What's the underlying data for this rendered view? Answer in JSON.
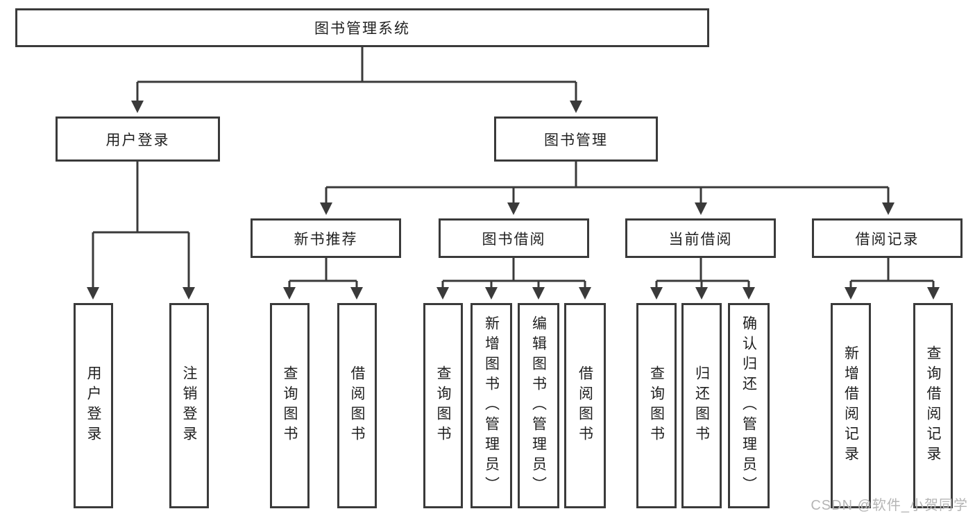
{
  "diagram": {
    "title": "图书管理系统",
    "type": "hierarchy-tree",
    "line_color": "#3a3a3a",
    "box_border_color": "#3a3a3a",
    "text_color": "#1f1f1f",
    "background_color": "#ffffff",
    "watermark_color": "#b5b5b5"
  },
  "nodes": {
    "root": {
      "label": "图书管理系统"
    },
    "user_login": {
      "label": "用户登录",
      "parent": "图书管理系统"
    },
    "book_mgmt": {
      "label": "图书管理",
      "parent": "图书管理系统"
    },
    "new_book_rec": {
      "label": "新书推荐",
      "parent": "图书管理"
    },
    "book_borrow": {
      "label": "图书借阅",
      "parent": "图书管理"
    },
    "current_borrow": {
      "label": "当前借阅",
      "parent": "图书管理"
    },
    "borrow_records": {
      "label": "借阅记录",
      "parent": "图书管理"
    },
    "leaves": [
      {
        "label": "用户登录",
        "parent": "用户登录"
      },
      {
        "label": "注销登录",
        "parent": "用户登录"
      },
      {
        "label": "查询图书",
        "parent": "新书推荐"
      },
      {
        "label": "借阅图书",
        "parent": "新书推荐"
      },
      {
        "label": "查询图书",
        "parent": "图书借阅"
      },
      {
        "label": "新增图书（管理员）",
        "parent": "图书借阅"
      },
      {
        "label": "编辑图书（管理员）",
        "parent": "图书借阅"
      },
      {
        "label": "借阅图书",
        "parent": "图书借阅"
      },
      {
        "label": "查询图书",
        "parent": "当前借阅"
      },
      {
        "label": "归还图书",
        "parent": "当前借阅"
      },
      {
        "label": "确认归还（管理员）",
        "parent": "当前借阅"
      },
      {
        "label": "新增借阅记录",
        "parent": "借阅记录"
      },
      {
        "label": "查询借阅记录",
        "parent": "借阅记录"
      }
    ]
  },
  "watermark": "CSDN @软件_小贺同学"
}
